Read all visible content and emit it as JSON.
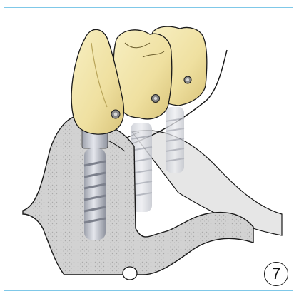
{
  "figure": {
    "step_number": "7",
    "colors": {
      "frame": "#7fc8e8",
      "crown": "#f2e7a8",
      "crown_shadow": "#dcc97a",
      "bone": "#c9c9c9",
      "implant": "#b9bcc6",
      "outline": "#1a1a1a"
    },
    "icons": [
      "dental-crown",
      "dental-implant",
      "bone-cross-section",
      "screw-access-hole"
    ]
  }
}
